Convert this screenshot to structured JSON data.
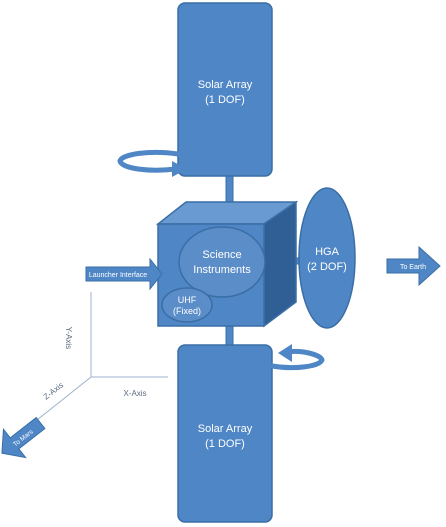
{
  "top_solar_array": {
    "line1": "Solar Array",
    "line2": "(1 DOF)"
  },
  "bottom_solar_array": {
    "line1": "Solar Array",
    "line2": "(1 DOF)"
  },
  "science_instruments": {
    "line1": "Science",
    "line2": "Instruments"
  },
  "uhf": {
    "line1": "UHF",
    "line2": "(Fixed)"
  },
  "hga": {
    "line1": "HGA",
    "line2": "(2 DOF)"
  },
  "launcher_interface": "Launcher Interface",
  "to_earth": "To Earth",
  "to_mars": "To Mars",
  "axes": {
    "y": "Y-Axis",
    "x": "X-Axis",
    "z": "Z-Axis"
  },
  "colors": {
    "fill": "#4f86c6",
    "stroke": "#3a6ea5",
    "dark": "#2f5f95",
    "light": "#6a9ad2"
  }
}
